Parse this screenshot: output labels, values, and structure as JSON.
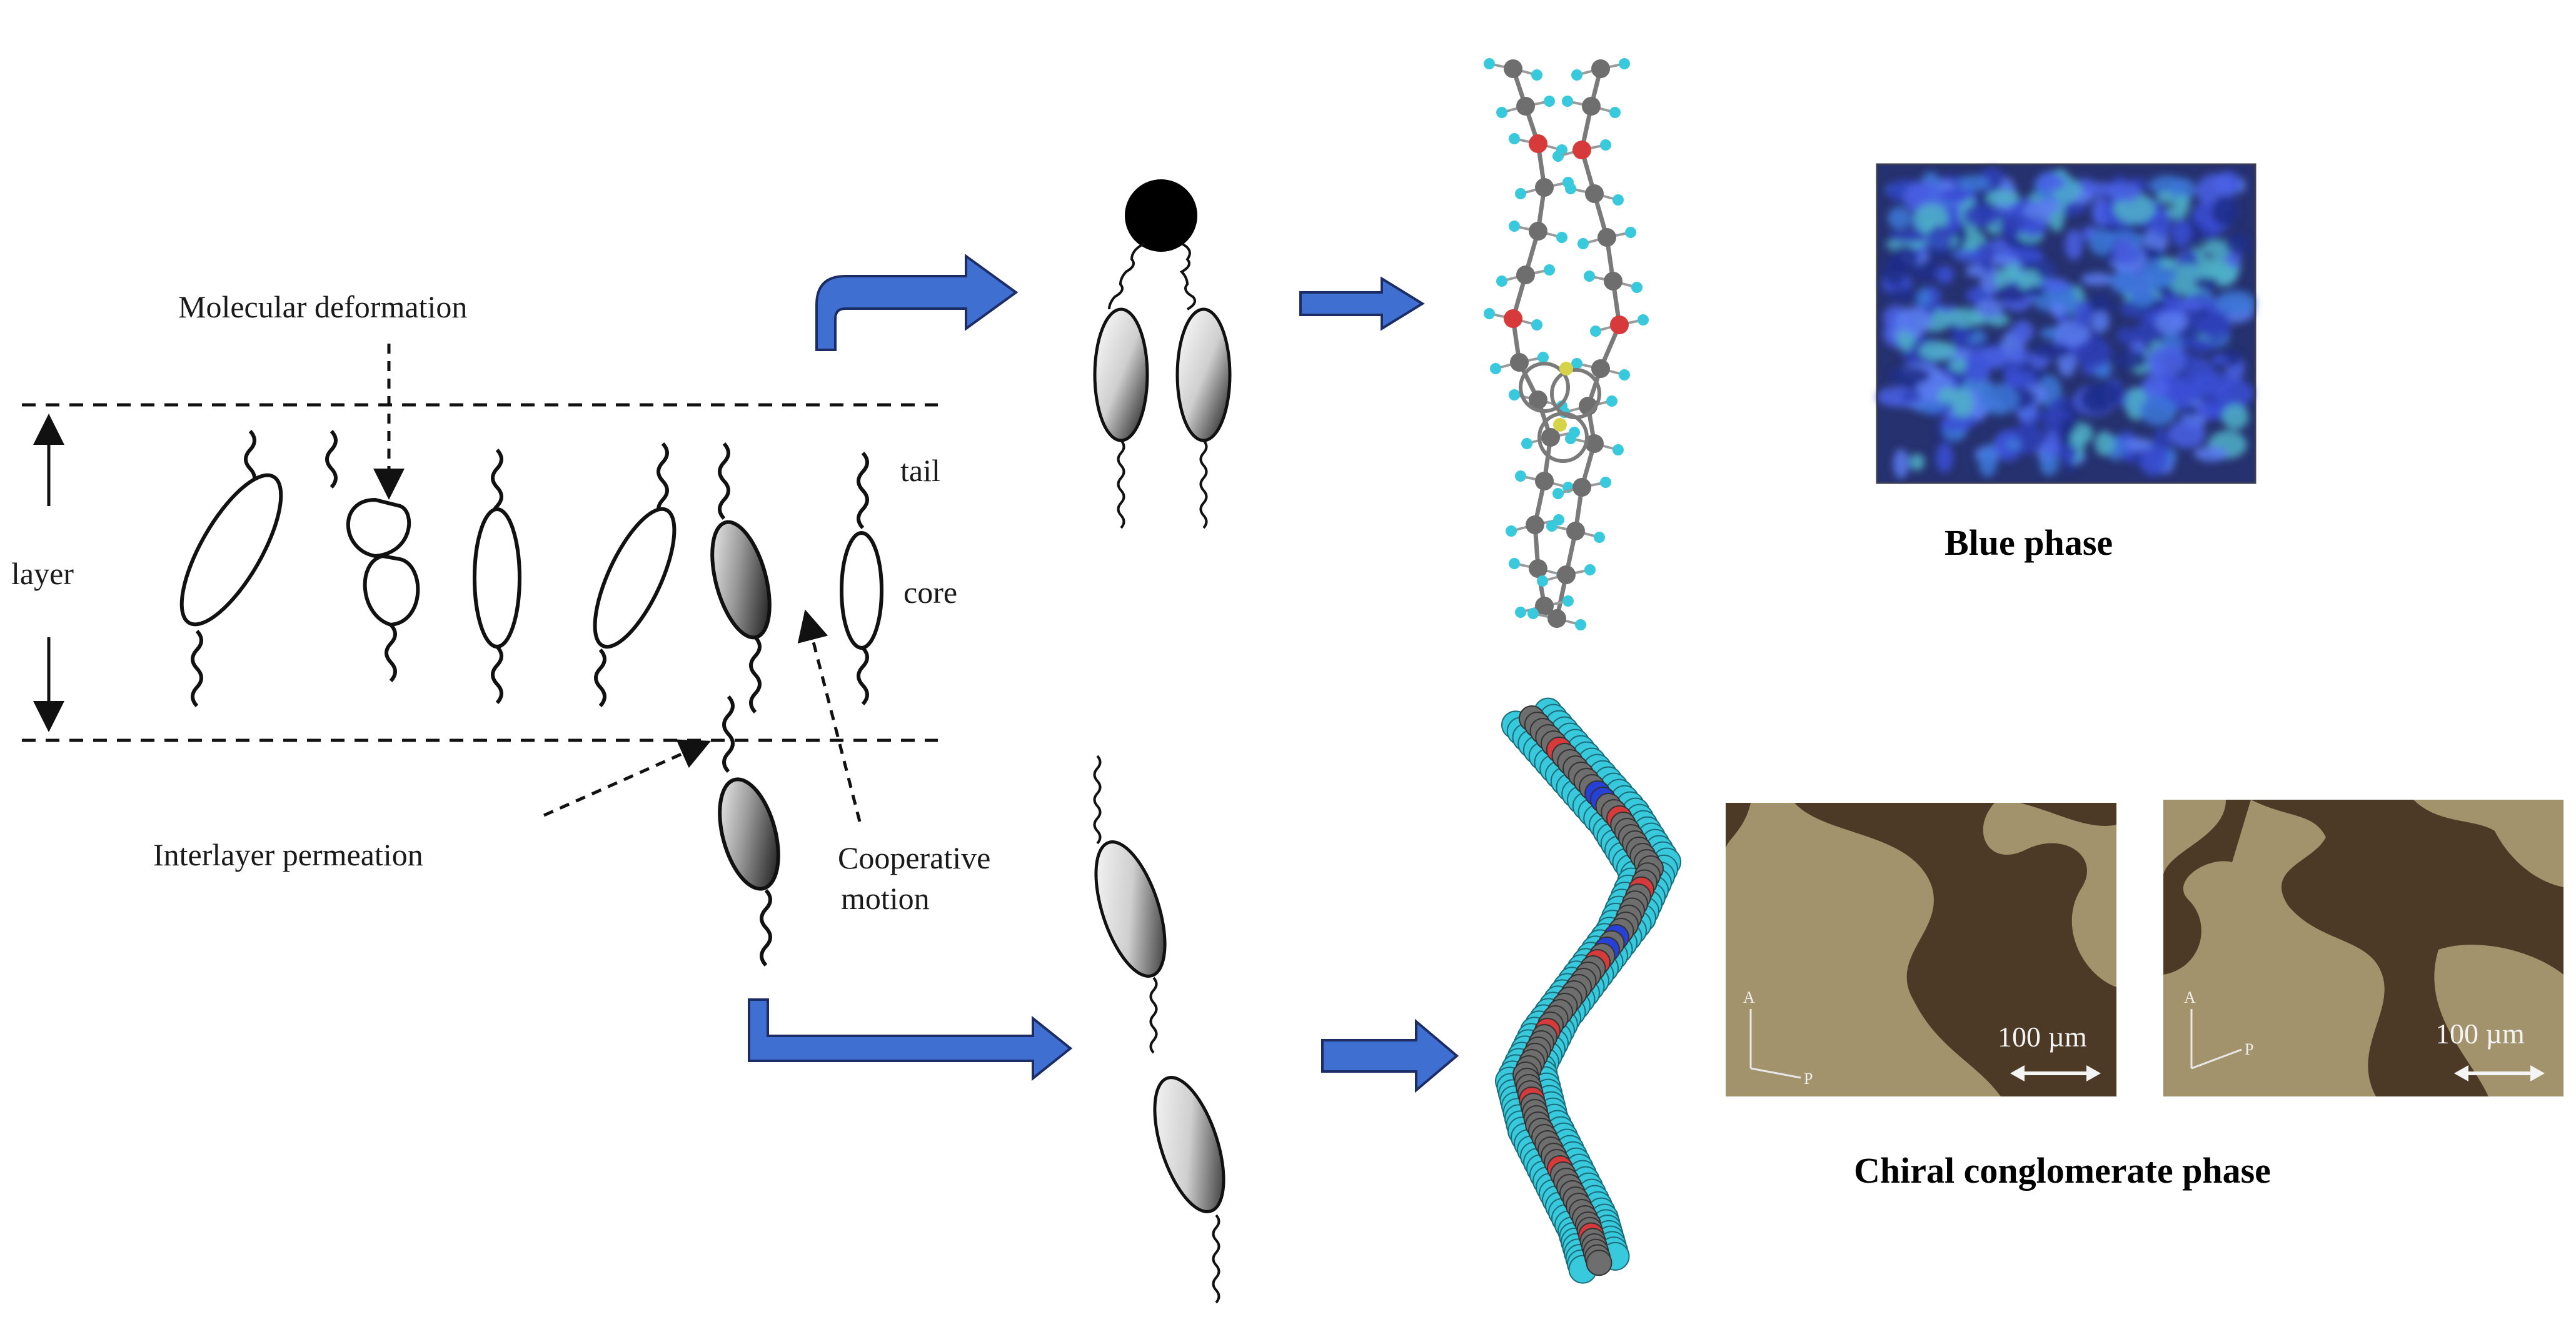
{
  "labels": {
    "molecular_deformation": "Molecular deformation",
    "layer": "layer",
    "tail": "tail",
    "core": "core",
    "interlayer_permeation": "Interlayer permeation",
    "cooperative_motion_line1": "Cooperative",
    "cooperative_motion_line2": "motion"
  },
  "captions": {
    "blue_phase": "Blue phase",
    "chiral_conglomerate_phase": "Chiral conglomerate phase"
  },
  "micrographs": {
    "scale_bar_left": "100  µm",
    "scale_bar_right": "100  µm",
    "analyzer_label": "A",
    "polarizer_label": "P"
  },
  "colors": {
    "arrow_blue": "#3f6fd0",
    "blue_phase_bg": "#2a3aa0",
    "texture_light": "#a3936c",
    "texture_dark": "#4d3a26",
    "atom_cyan": "#39c9dd",
    "atom_gray": "#6e6e6e",
    "atom_red": "#d63a3a",
    "atom_blue": "#2740d8"
  },
  "icons": [
    "wavy-tail-icon",
    "mesogen-core-icon",
    "block-arrow-icon"
  ]
}
